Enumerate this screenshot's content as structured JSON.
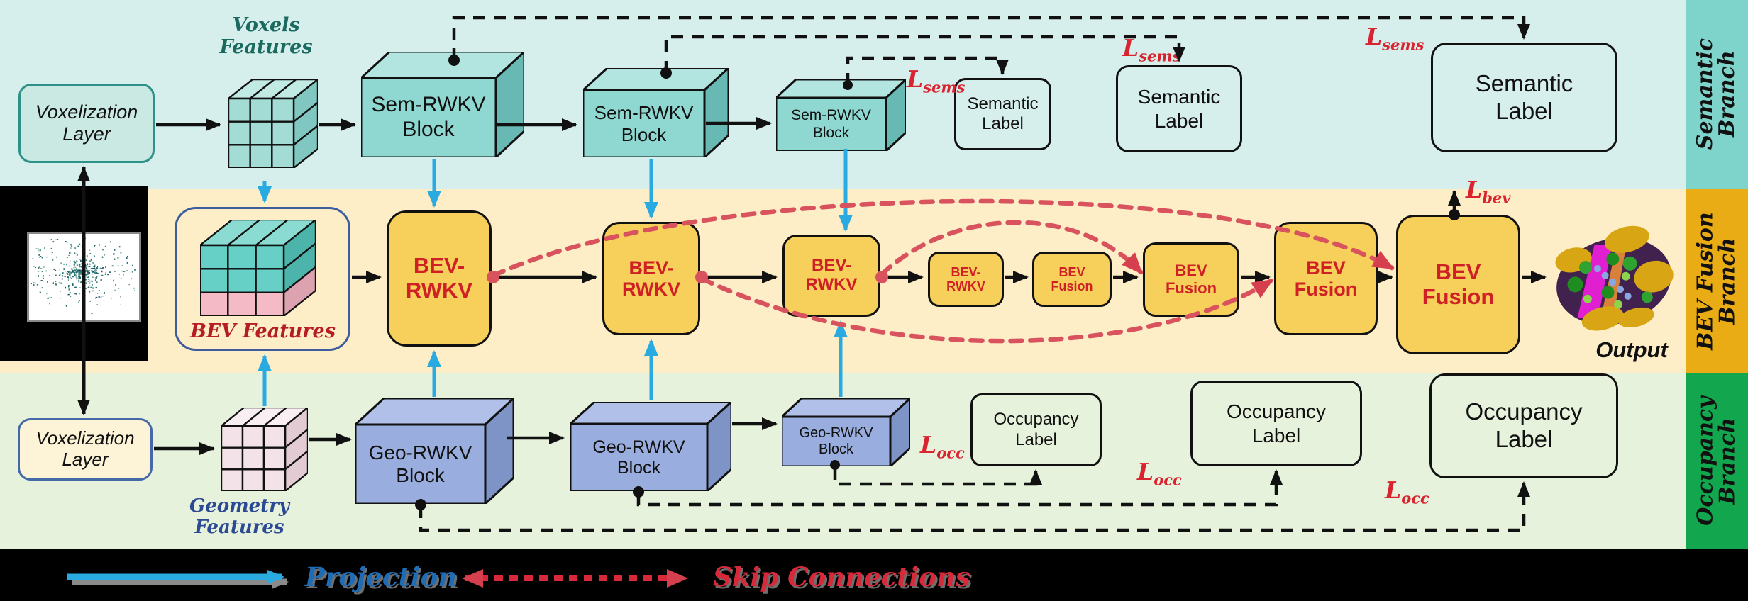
{
  "banners": {
    "semantic": {
      "line1": "Semantic",
      "line2": "Branch"
    },
    "bev_fusion": {
      "line1": "BEV Fusion",
      "line2": "Branch"
    },
    "occupancy": {
      "line1": "Occupancy",
      "line2": "Branch"
    }
  },
  "semantic_branch": {
    "voxelization_layer": {
      "line1": "Voxelization",
      "line2": "Layer"
    },
    "voxels_features": {
      "line1": "Voxels",
      "line2": "Features"
    },
    "sem_blocks": [
      {
        "line1": "Sem-RWKV",
        "line2": "Block"
      },
      {
        "line1": "Sem-RWKV",
        "line2": "Block"
      },
      {
        "line1": "Sem-RWKV",
        "line2": "Block"
      }
    ],
    "semantic_labels": [
      {
        "line1": "Semantic",
        "line2": "Label"
      },
      {
        "line1": "Semantic",
        "line2": "Label"
      },
      {
        "line1": "Semantic",
        "line2": "Label"
      }
    ],
    "loss": {
      "symbol": "L",
      "sub": "sems"
    }
  },
  "bev_branch": {
    "bev_features_label": "BEV Features",
    "boxes": [
      {
        "line1": "BEV-",
        "line2": "RWKV"
      },
      {
        "line1": "BEV-",
        "line2": "RWKV"
      },
      {
        "line1": "BEV-",
        "line2": "RWKV"
      },
      {
        "line1": "BEV-",
        "line2": "RWKV"
      },
      {
        "line1": "BEV",
        "line2": "Fusion"
      },
      {
        "line1": "BEV",
        "line2": "Fusion"
      },
      {
        "line1": "BEV",
        "line2": "Fusion"
      },
      {
        "line1": "BEV",
        "line2": "Fusion"
      }
    ],
    "loss": {
      "symbol": "L",
      "sub": "bev"
    },
    "output_label": "Output"
  },
  "occupancy_branch": {
    "voxelization_layer": {
      "line1": "Voxelization",
      "line2": "Layer"
    },
    "geometry_features": {
      "line1": "Geometry",
      "line2": "Features"
    },
    "geo_blocks": [
      {
        "line1": "Geo-RWKV",
        "line2": "Block"
      },
      {
        "line1": "Geo-RWKV",
        "line2": "Block"
      },
      {
        "line1": "Geo-RWKV",
        "line2": "Block"
      }
    ],
    "occupancy_labels": [
      {
        "line1": "Occupancy",
        "line2": "Label"
      },
      {
        "line1": "Occupancy",
        "line2": "Label"
      },
      {
        "line1": "Occupancy",
        "line2": "Label"
      }
    ],
    "loss": {
      "symbol": "L",
      "sub": "occ"
    }
  },
  "legend": {
    "projection_label": "Projection",
    "skip_connections_label": "Skip Connections"
  },
  "colors": {
    "semantic_band": "#d6eeec",
    "bev_band": "#fdeec7",
    "occupancy_band": "#e6f2dc",
    "legend_band": "#000000",
    "semantic_banner": "#7ed3ca",
    "bev_banner": "#e9ac15",
    "occupancy_banner": "#12a74f",
    "projection_arrow": "#29abe2",
    "skip_connection": "#d9535e",
    "loss_text": "#d9232e",
    "bev_box_fill": "#f6d05a",
    "bev_box_text": "#cf2026",
    "sem_block_fill": "#8fd8d2",
    "geo_block_fill": "#99aede"
  }
}
